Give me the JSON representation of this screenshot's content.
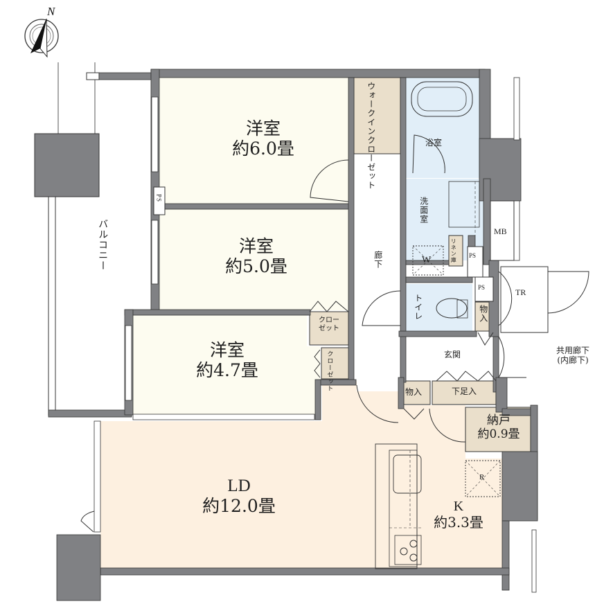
{
  "compass": {
    "label": "N",
    "icon": "north-arrow-icon"
  },
  "colors": {
    "wall": "#808184",
    "bedroom": "#fdfcf0",
    "living": "#fdf0e0",
    "storage": "#eadfcb",
    "wet": "#e1eef8",
    "outdoor": "#ffffff",
    "line": "#333333"
  },
  "rooms": {
    "bedroom1": {
      "name": "洋室",
      "size": "約6.0畳"
    },
    "bedroom2": {
      "name": "洋室",
      "size": "約5.0畳"
    },
    "bedroom3": {
      "name": "洋室",
      "size": "約4.7畳"
    },
    "living": {
      "name": "LD",
      "size": "約12.0畳"
    },
    "kitchen": {
      "name": "K",
      "size": "約3.3畳"
    },
    "storeroom": {
      "name": "納戸",
      "size": "約0.9畳"
    },
    "walk_in_closet": {
      "name": "ウォークインクローゼット"
    },
    "bathroom": {
      "name": "浴室"
    },
    "washroom": {
      "name": "洗面室"
    },
    "washer": {
      "name": "W"
    },
    "linen": {
      "name": "リネン庫"
    },
    "toilet": {
      "name": "トイレ"
    },
    "hallway": {
      "name": "廊下"
    },
    "entrance": {
      "name": "玄関"
    },
    "shoe_storage": {
      "name": "下足入"
    },
    "storage_entry": {
      "name": "物入"
    },
    "storage_hall": {
      "name": "物入"
    },
    "closet_a": {
      "name": "クローゼット",
      "line1": "クロー",
      "line2": "ゼット"
    },
    "closet_b": {
      "name": "クローゼット"
    },
    "balcony": {
      "name": "バルコニー"
    },
    "mb": {
      "name": "MB"
    },
    "tr": {
      "name": "TR"
    },
    "ps_left": {
      "name": "PS"
    },
    "ps_1": {
      "name": "PS"
    },
    "ps_2": {
      "name": "PS"
    },
    "fridge": {
      "name": "R"
    },
    "common_corridor": {
      "line1": "共用廊下",
      "line2": "(内廊下)"
    }
  }
}
